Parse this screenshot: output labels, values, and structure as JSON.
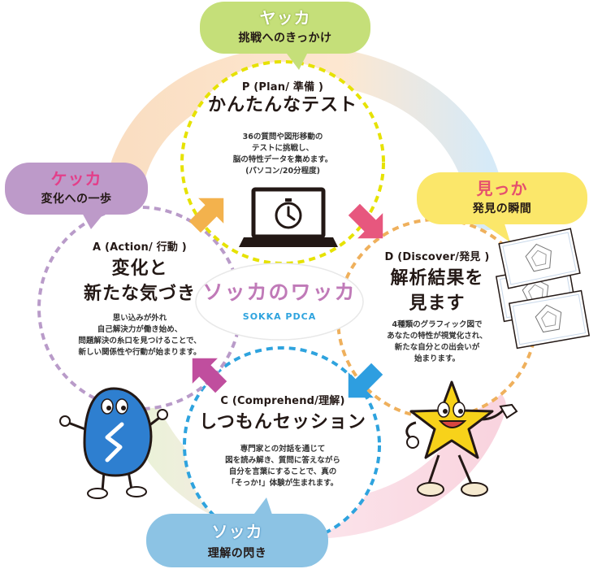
{
  "logo": {
    "title": "ソッカのワッカ",
    "subtitle": "SOKKA PDCA"
  },
  "phases": {
    "p": {
      "code": "P (Plan/ 準備 )",
      "title": "かんたんなテスト",
      "desc": [
        "36の質問や図形移動の",
        "テストに挑戦し、",
        "脳の特性データを集めます。",
        "(パソコン/20分程度)"
      ]
    },
    "d": {
      "code": "D (Discover/発見 )",
      "title": [
        "解析結果を",
        "見ます"
      ],
      "desc": [
        "4種類のグラフィック図で",
        "あなたの特性が視覚化され、",
        "新たな自分との出会いが",
        "始まります。"
      ]
    },
    "c": {
      "code": "C (Comprehend/理解)",
      "title": "しつもんセッション",
      "desc": [
        "専門家との対話を通じて",
        "図を読み解き、質問に答えながら",
        "自分を言葉にすることで、真の",
        "「そっか!」体験が生まれます。"
      ]
    },
    "a": {
      "code": "A (Action/ 行動 )",
      "title": [
        "変化と",
        "新たな気づき"
      ],
      "desc": [
        "思い込みが外れ",
        "自己解決力が働き始め、",
        "問題解決の糸口を見つけることで、",
        "新しい関係性や行動が始まります。"
      ]
    }
  },
  "bubbles": {
    "yakka": {
      "word": "ヤッカ",
      "sub": "挑戦へのきっかけ"
    },
    "mikka": {
      "word": "見っか",
      "sub": "発見の瞬間"
    },
    "sokka": {
      "word": "ソッカ",
      "sub": "理解の閃き"
    },
    "kekka": {
      "word": "ケッカ",
      "sub": "変化への一歩"
    }
  },
  "colors": {
    "plan": "#e8e400",
    "discover": "#f0b05a",
    "comprehend": "#2ea3de",
    "action": "#b595c7",
    "yakka_bubble": "#c5df79",
    "mikka_bubble": "#fbe76a",
    "sokka_bubble": "#8cc3e4",
    "kekka_bubble": "#bd9ac9",
    "arrow_orange": "#f3b24d",
    "arrow_pink": "#e7577e",
    "arrow_blue": "#2e9ee0",
    "arrow_magenta": "#c04e9e"
  }
}
